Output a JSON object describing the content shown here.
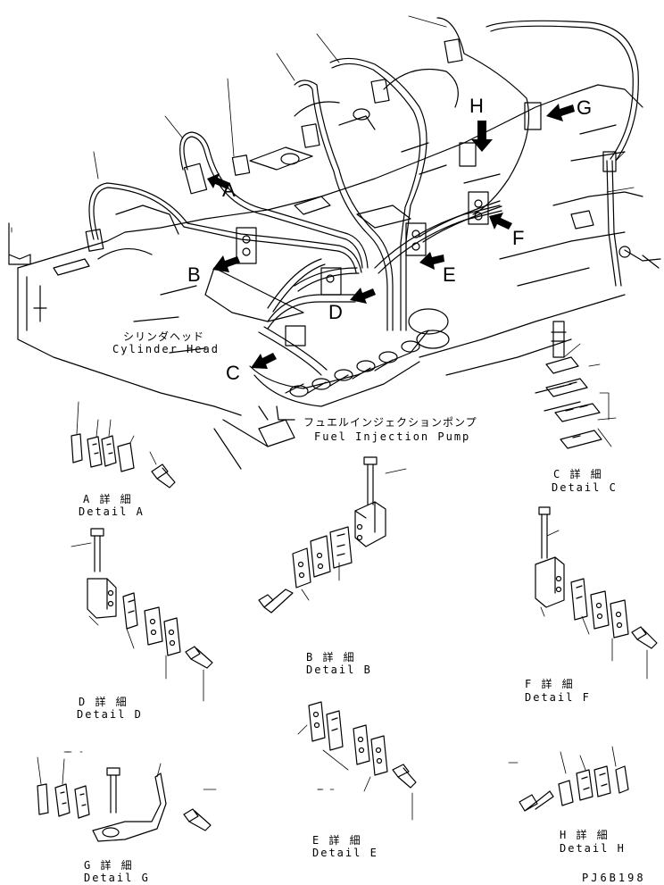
{
  "callouts": {
    "a": "A",
    "b": "B",
    "c": "C",
    "d": "D",
    "e": "E",
    "f": "F",
    "g": "G",
    "h": "H"
  },
  "cylinder_head": {
    "jp": "シリンダヘッド",
    "en": "Cylinder Head"
  },
  "fuel_pump": {
    "jp": "フュエルインジェクションポンプ",
    "en": "Fuel Injection Pump"
  },
  "details": {
    "a": {
      "jp": "A 詳 細",
      "en": "Detail A"
    },
    "b": {
      "jp": "B 詳 細",
      "en": "Detail B"
    },
    "c": {
      "jp": "C 詳 細",
      "en": "Detail C"
    },
    "d": {
      "jp": "D 詳 細",
      "en": "Detail D"
    },
    "e": {
      "jp": "E 詳 細",
      "en": "Detail E"
    },
    "f": {
      "jp": "F 詳 細",
      "en": "Detail F"
    },
    "g": {
      "jp": "G 詳 細",
      "en": "Detail G"
    },
    "h": {
      "jp": "H 詳 細",
      "en": "Detail H"
    }
  },
  "drawing_code": "PJ6B198"
}
